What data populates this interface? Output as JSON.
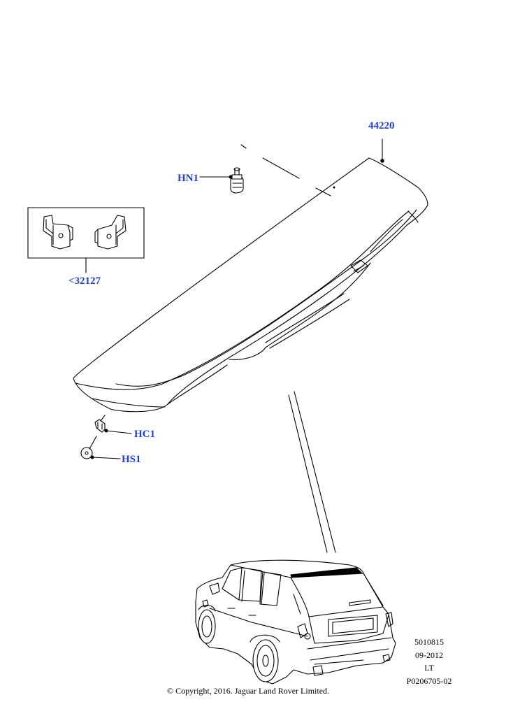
{
  "callouts": {
    "spoiler": "44220",
    "clip_nut": "HN1",
    "bracket_kit": "<32127",
    "clip": "HC1",
    "seal": "HS1"
  },
  "meta": {
    "line1": "5010815",
    "line2": "09-2012",
    "line3": "LT",
    "line4": "P0206705-02"
  },
  "copyright": "© Copyright, 2016. Jaguar Land Rover Limited.",
  "colors": {
    "callout": "#1f3fd6",
    "line": "#000000",
    "background": "#ffffff"
  }
}
